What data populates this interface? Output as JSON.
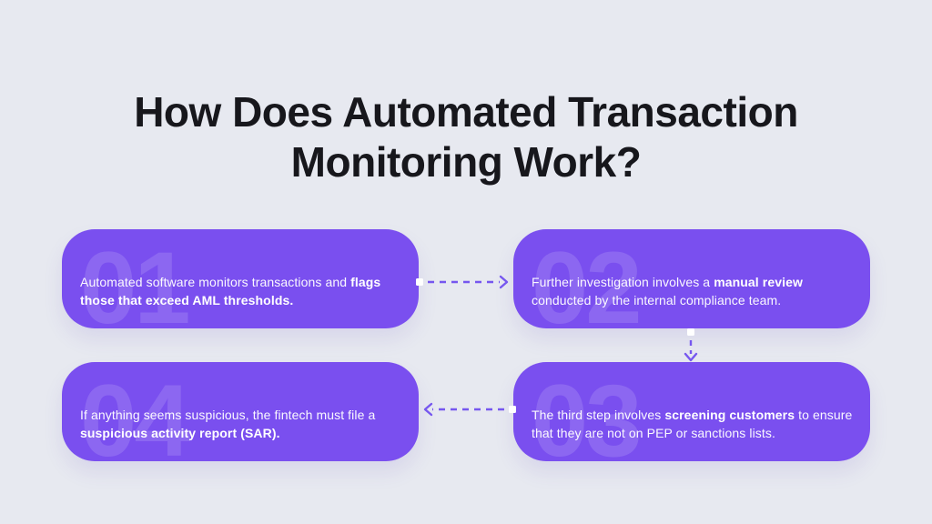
{
  "title": {
    "line1": "How Does Automated Transaction",
    "line2": "Monitoring Work?"
  },
  "colors": {
    "background": "#E7E9F0",
    "card": "#7A4FEF",
    "number_watermark": "rgba(255,255,255,0.14)",
    "arrow": "#7657EF",
    "arrow_node": "#FFFFFF",
    "title_text": "#17171C",
    "card_text": "#FFFFFF"
  },
  "cards": [
    {
      "number": "01",
      "text_pre": "Automated software monitors transactions and ",
      "text_bold": "flags those that exceed AML thresholds.",
      "text_post": ""
    },
    {
      "number": "02",
      "text_pre": "Further investigation involves a ",
      "text_bold": "manual review",
      "text_post": " conducted by the internal compliance team."
    },
    {
      "number": "03",
      "text_pre": "The third step involves ",
      "text_bold": "screening customers",
      "text_post": " to ensure that they are not on PEP or sanctions lists."
    },
    {
      "number": "04",
      "text_pre": "If anything seems suspicious, the fintech must file a ",
      "text_bold": "suspicious activity report (SAR).",
      "text_post": ""
    }
  ],
  "arrows": [
    {
      "name": "step-01-to-02",
      "direction": "right"
    },
    {
      "name": "step-02-to-03",
      "direction": "down"
    },
    {
      "name": "step-03-to-04",
      "direction": "left"
    }
  ]
}
